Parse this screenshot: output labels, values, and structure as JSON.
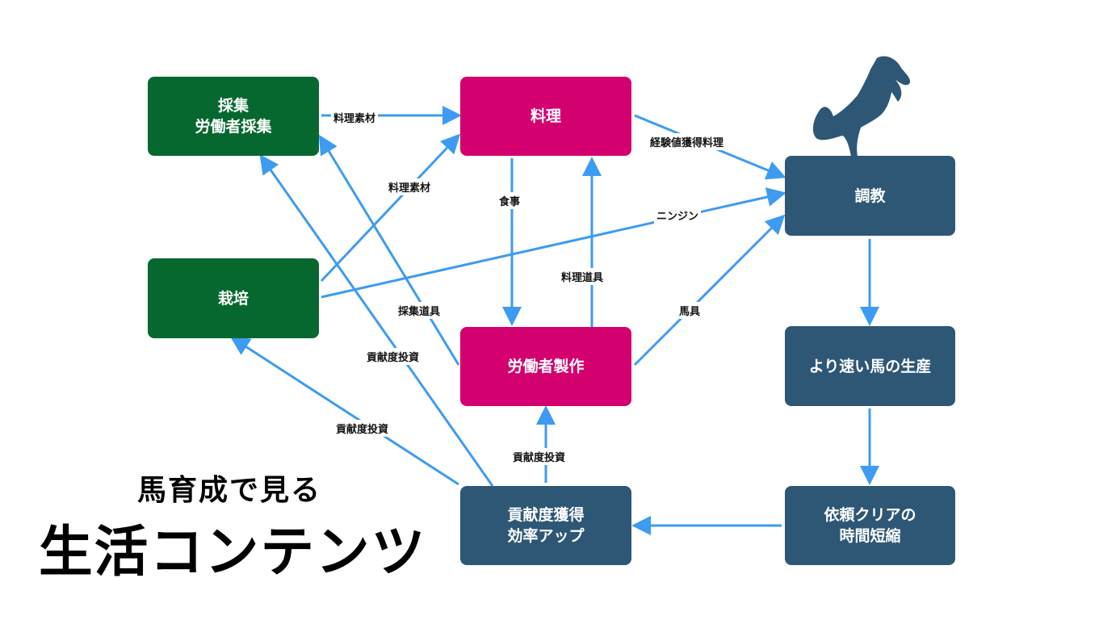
{
  "colors": {
    "gathering": "#07682f",
    "crafting": "#d4006f",
    "horse": "#2e5776",
    "arrow": "#3d9bf2"
  },
  "nodes": {
    "gathering": [
      "採集",
      "労働者採集"
    ],
    "cooking": [
      "料理"
    ],
    "training": [
      "調教"
    ],
    "farming": [
      "栽培"
    ],
    "worker_crafting": [
      "労働者製作"
    ],
    "faster_breeding": [
      "より速い馬の生産"
    ],
    "contribution": [
      "貢献度獲得",
      "効率アップ"
    ],
    "quest_time": [
      "依頼クリアの",
      "時間短縮"
    ]
  },
  "edge_labels": {
    "gather_to_cook": "料理素材",
    "cook_to_train": "経験値獲得料理",
    "farm_to_cook": "料理素材",
    "meal": "食事",
    "carrot": "ニンジン",
    "cooking_tools": "料理道具",
    "gathering_tools": "採集道具",
    "horse_gear": "馬具",
    "invest_to_gather": "貢献度投資",
    "invest_to_farm": "貢献度投資",
    "invest_to_craft": "貢献度投資"
  },
  "title": {
    "line1": "馬育成で見る",
    "line2": "生活コンテンツ"
  },
  "icons": {
    "horse": "rearing-horse-icon"
  }
}
